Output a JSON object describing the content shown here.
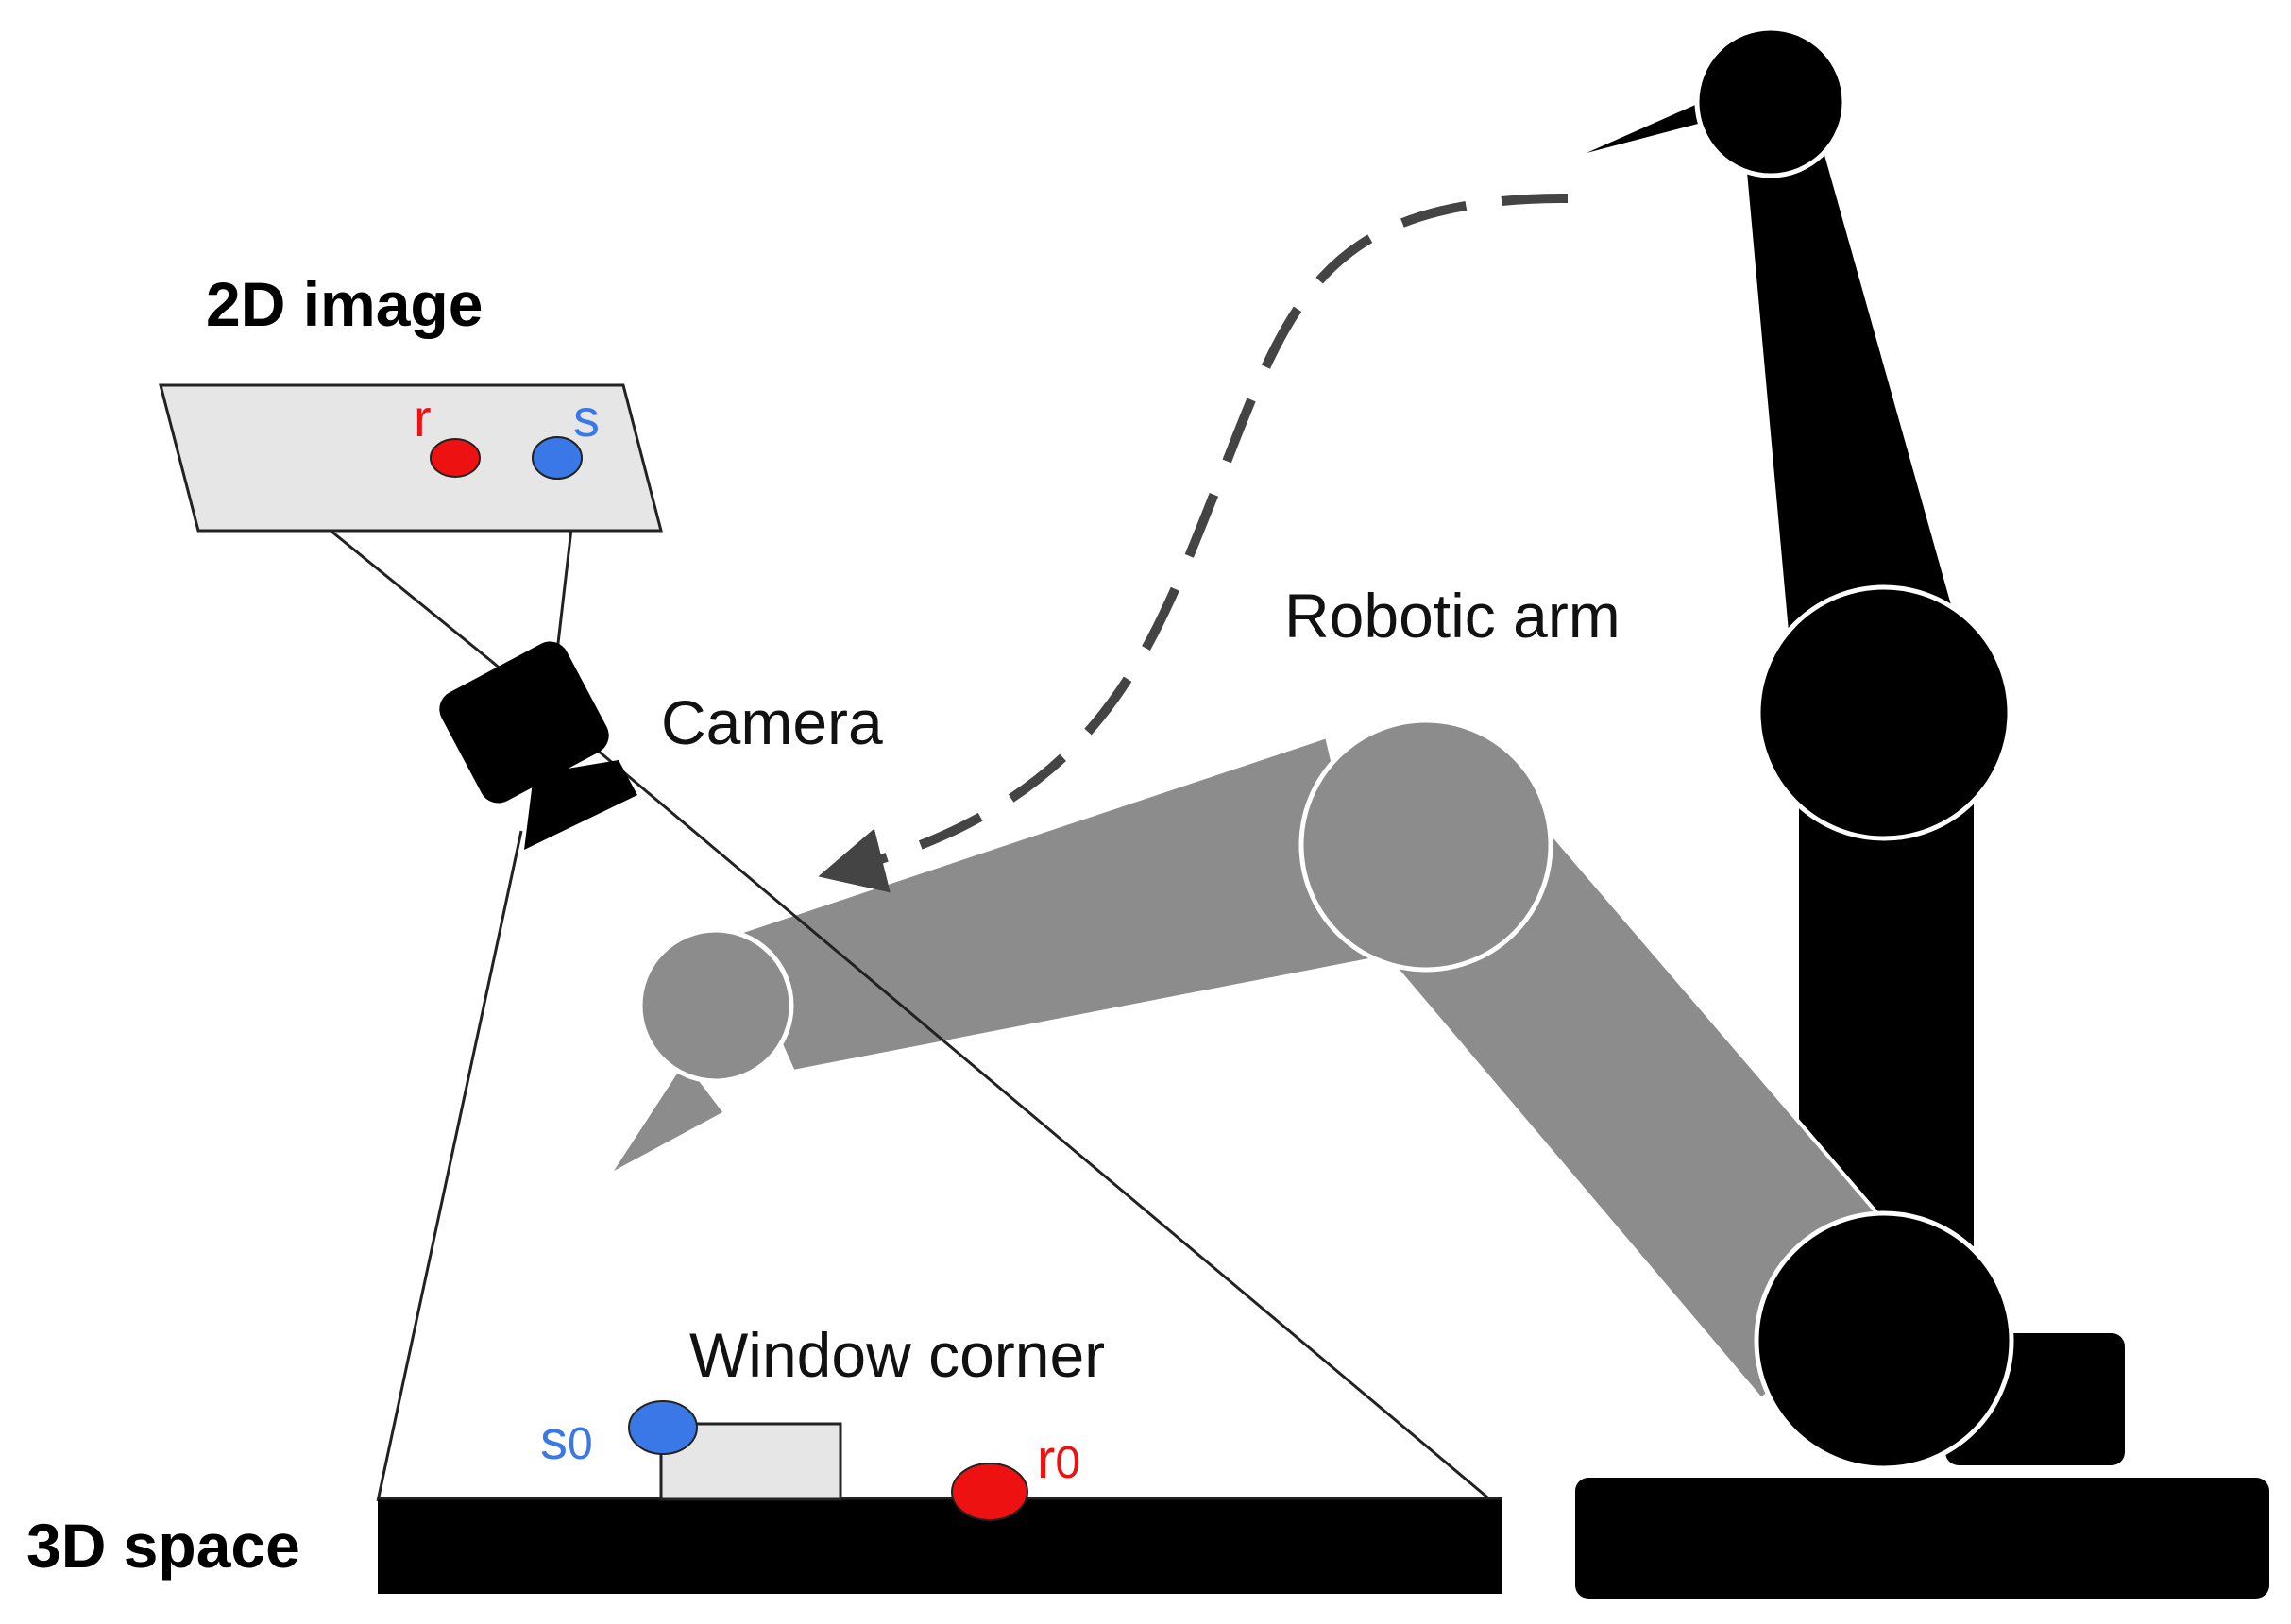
{
  "labels": {
    "image_2d": "2D image",
    "space_3d": "3D space",
    "camera": "Camera",
    "robotic_arm": "Robotic arm",
    "window_corner": "Window corner"
  },
  "points": {
    "r": {
      "letter": "r",
      "color": "#ee1111"
    },
    "s": {
      "letter": "s",
      "color": "#3b78e7"
    },
    "s0": {
      "letter": "s",
      "sub": "0",
      "color": "#3b78e7"
    },
    "r0": {
      "letter": "r",
      "sub": "0",
      "color": "#ee1111"
    }
  },
  "colors": {
    "black": "#000000",
    "arm_gray": "#8c8c8c",
    "panel_gray": "#e6e6e6",
    "path_gray": "#444444"
  }
}
